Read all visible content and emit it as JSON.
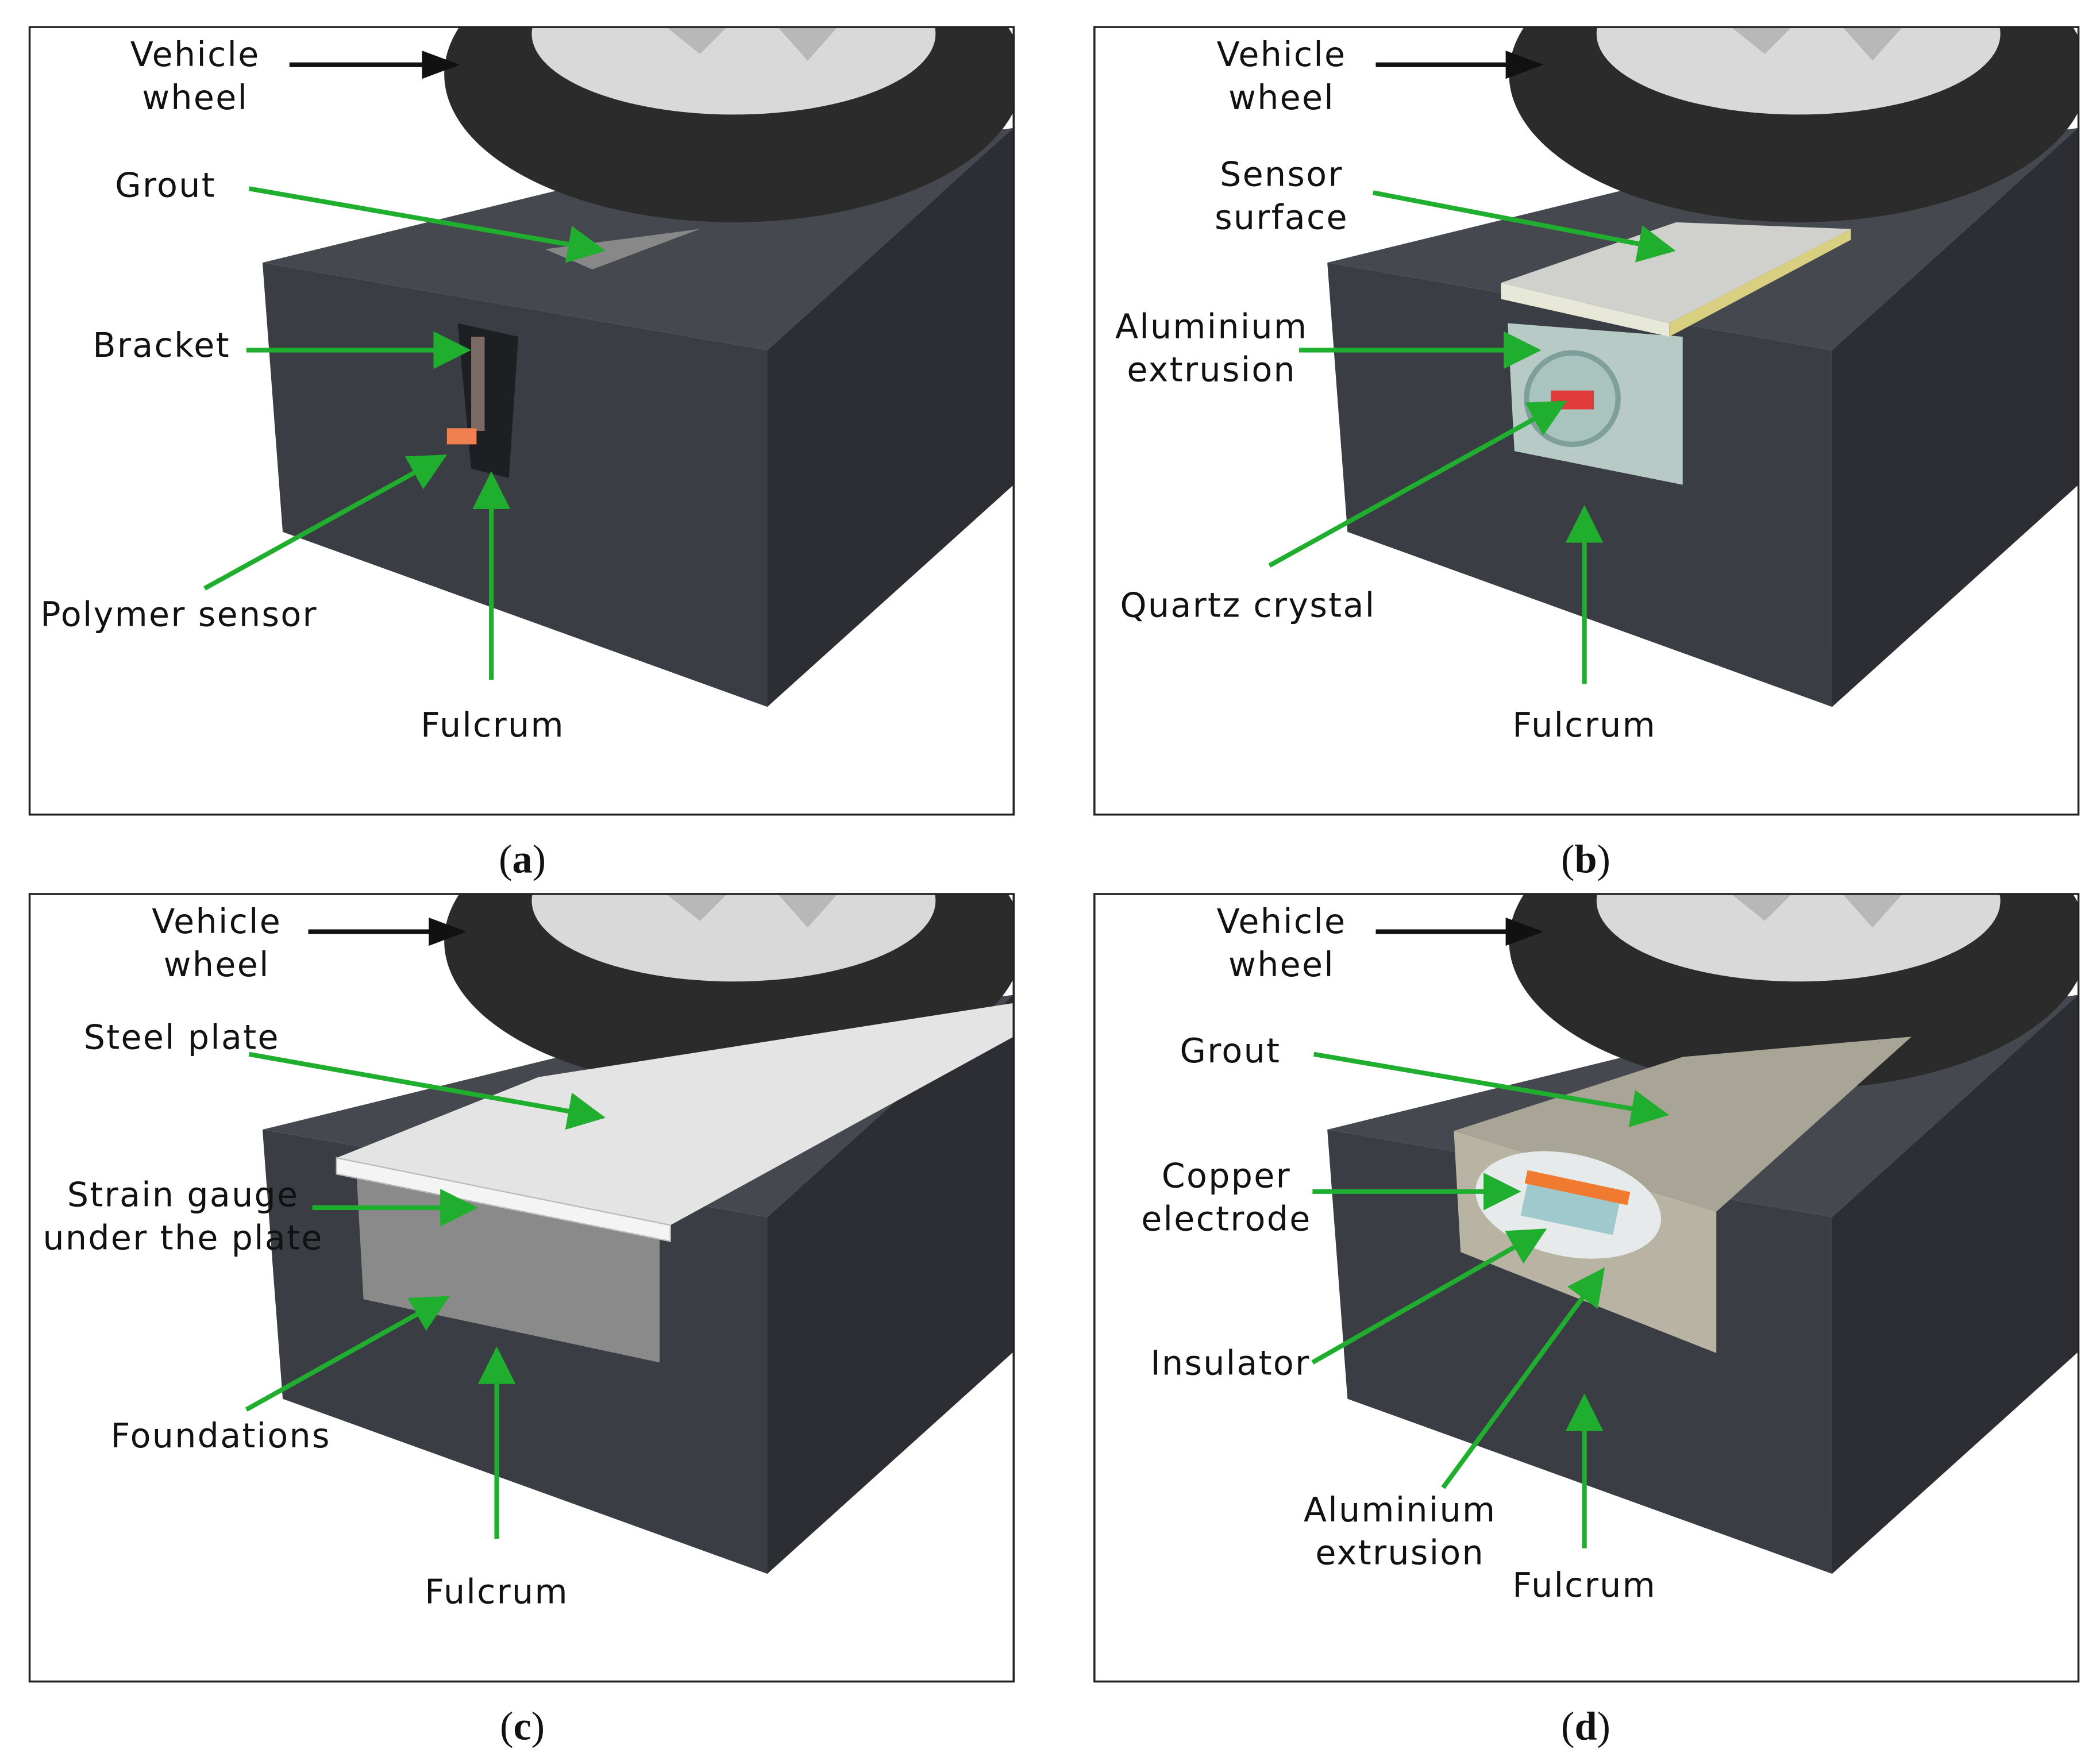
{
  "colors": {
    "arrow_green": "#1fae2e",
    "asphalt": "#3b3e44",
    "frame": "#222222"
  },
  "panels": [
    {
      "caption": "a",
      "labels": {
        "wheel_1": "Vehicle",
        "wheel_2": "wheel",
        "grout": "Grout",
        "bracket": "Bracket",
        "polymer": "Polymer sensor",
        "fulcrum": "Fulcrum"
      }
    },
    {
      "caption": "b",
      "labels": {
        "wheel_1": "Vehicle",
        "wheel_2": "wheel",
        "surface_1": "Sensor",
        "surface_2": "surface",
        "alu_1": "Aluminium",
        "alu_2": "extrusion",
        "quartz": "Quartz crystal",
        "fulcrum": "Fulcrum"
      }
    },
    {
      "caption": "c",
      "labels": {
        "wheel_1": "Vehicle",
        "wheel_2": "wheel",
        "steel": "Steel plate",
        "strain_1": "Strain gauge",
        "strain_2": "under the plate",
        "foundations": "Foundations",
        "fulcrum": "Fulcrum"
      }
    },
    {
      "caption": "d",
      "labels": {
        "wheel_1": "Vehicle",
        "wheel_2": "wheel",
        "grout": "Grout",
        "copper_1": "Copper",
        "copper_2": "electrode",
        "insulator": "Insulator",
        "alu_1": "Aluminium",
        "alu_2": "extrusion",
        "fulcrum": "Fulcrum"
      }
    }
  ],
  "captions": {
    "open": "(",
    "close": ")"
  }
}
